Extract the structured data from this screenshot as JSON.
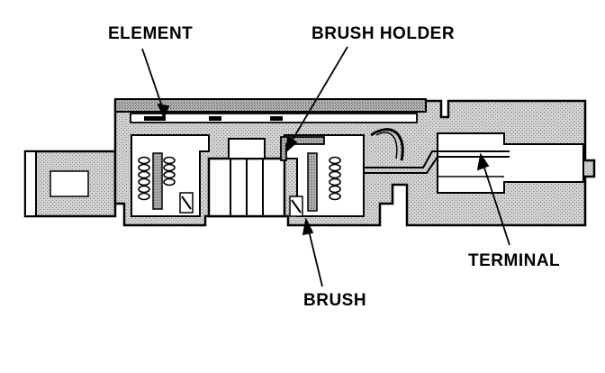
{
  "diagram": {
    "labels": {
      "element": "ELEMENT",
      "brush_holder": "BRUSH HOLDER",
      "terminal": "TERMINAL",
      "brush": "BRUSH"
    },
    "colors": {
      "ink": "#000000",
      "housing_fill": "#c8c8c8",
      "background": "#ffffff"
    }
  }
}
